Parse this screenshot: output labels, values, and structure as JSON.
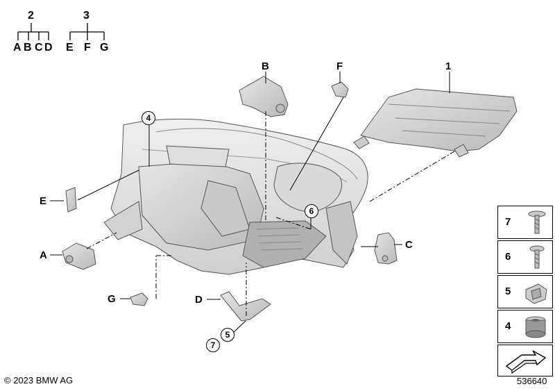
{
  "tree": {
    "group1": {
      "root": "2",
      "leaves": [
        "A",
        "B",
        "C",
        "D"
      ]
    },
    "group2": {
      "root": "3",
      "leaves": [
        "E",
        "F",
        "G"
      ]
    }
  },
  "callouts": {
    "one": "1",
    "A": "A",
    "B": "B",
    "C": "C",
    "D": "D",
    "E": "E",
    "F": "F",
    "G": "G",
    "c4": "4",
    "c6": "6",
    "c5": "5",
    "c7": "7"
  },
  "legend": [
    "7",
    "6",
    "5",
    "4"
  ],
  "copyright": "© 2023 BMW AG",
  "doc_number": "536640"
}
